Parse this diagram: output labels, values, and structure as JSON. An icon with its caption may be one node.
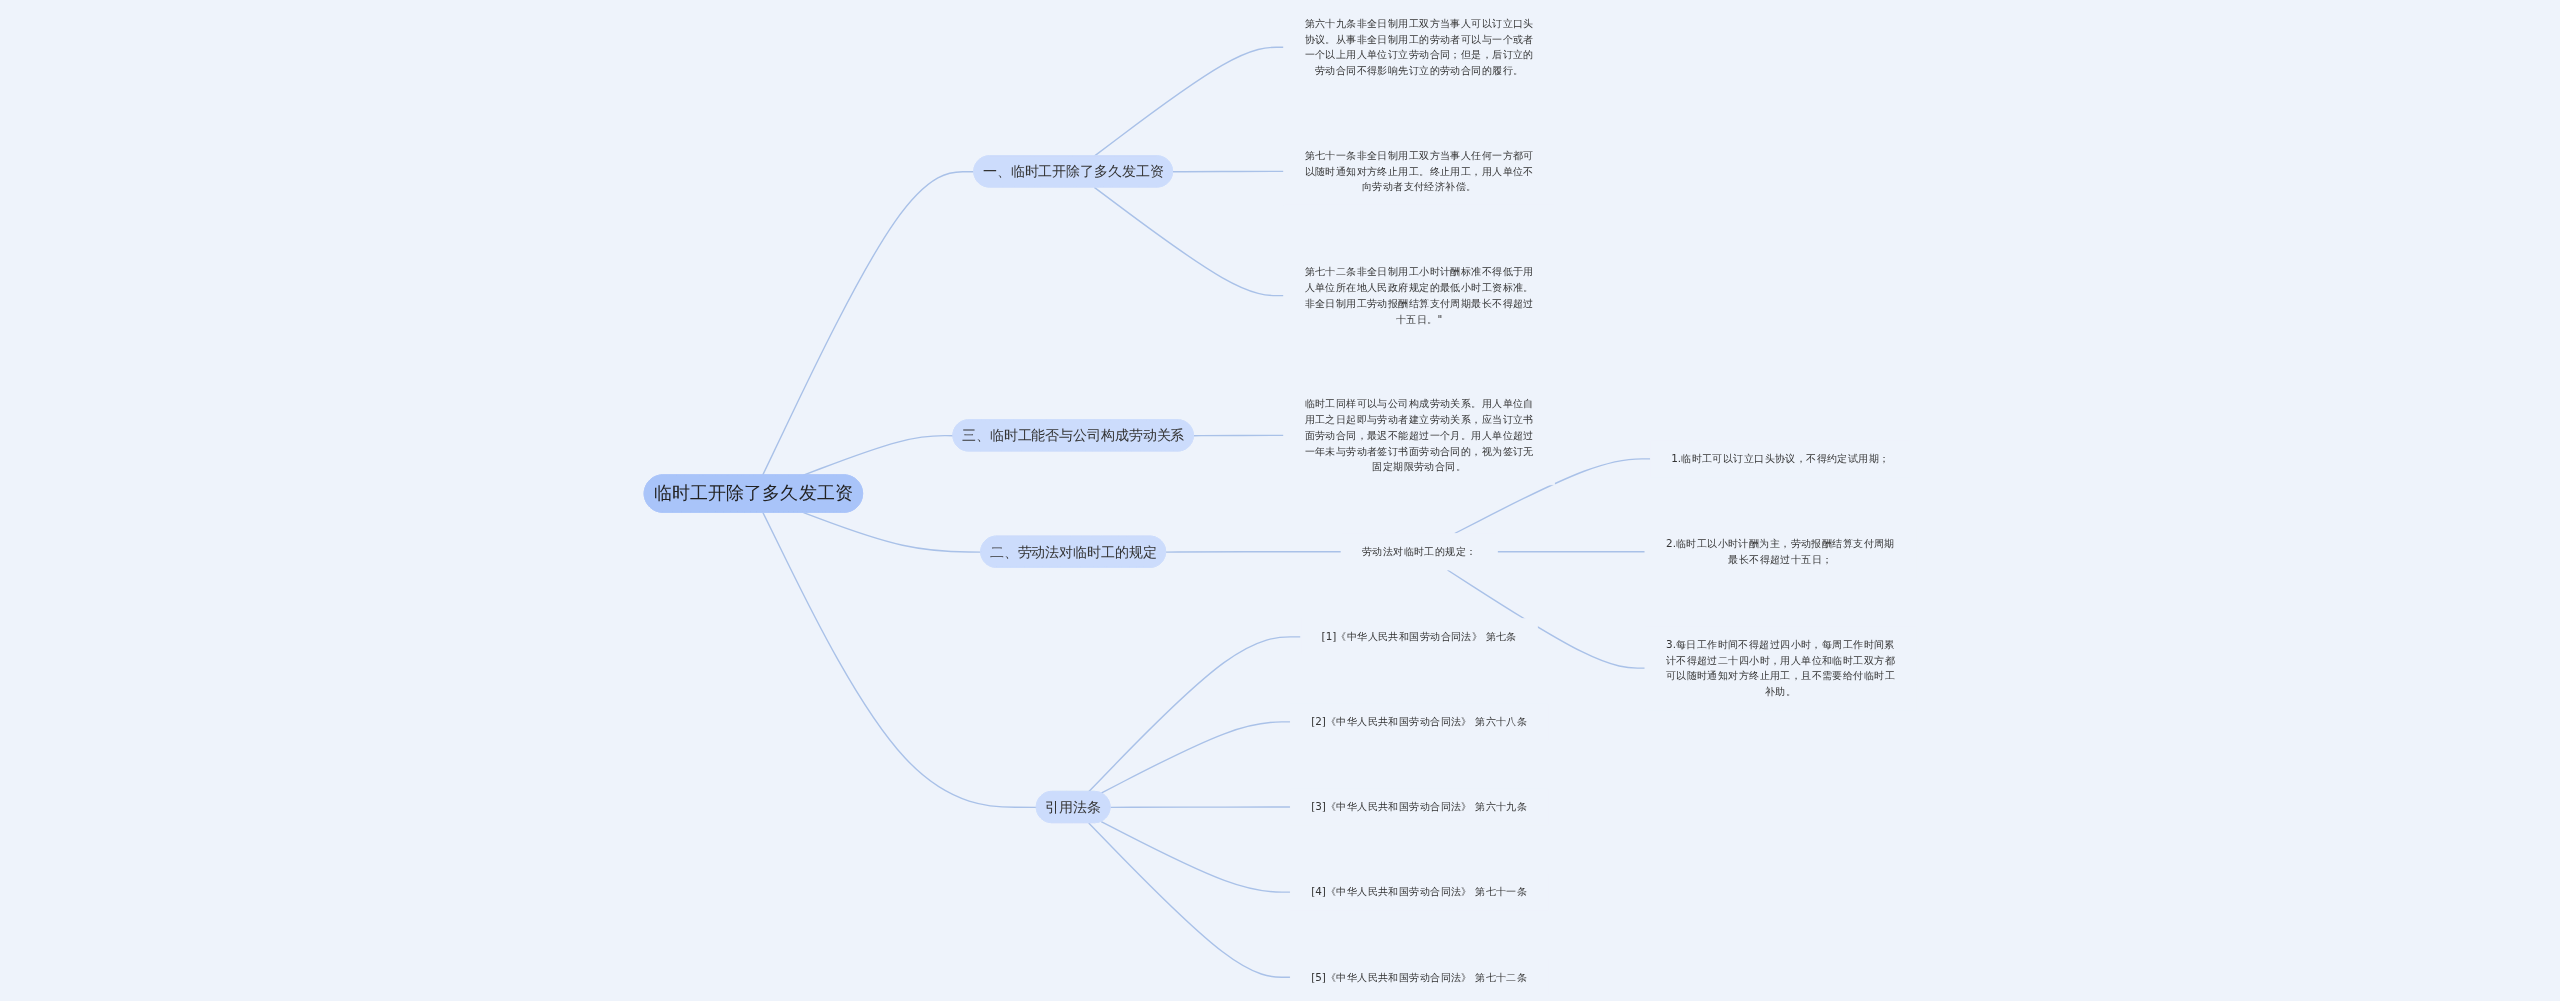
{
  "diagram": {
    "nodes": [
      {
        "text": [
          "临时工开除了多久发工资"
        ]
      },
      {
        "text": [
          "一、临时工开除了多久发工资"
        ]
      },
      {
        "text": [
          "第六十九条非全日制用工双方当事人可以订立口头协议。从事非全日制用工的劳动者可以与一个或者一个以上用人单位订立劳动合同；但是，后订立的劳动合同不得影响先订立的劳动合同的履行。"
        ]
      },
      {
        "text": [
          "第七十一条非全日制用工双方当事人任何一方都可以随时通知对方终止用工。终止用工，用人单位不向劳动者支付经济补偿。"
        ]
      },
      {
        "text": [
          "第七十二条非全日制用工小时计酬标准不得低于用人单位所在地人民政府规定的最低小时工资标准。非全日制用工劳动报酬结算支付周期最长不得超过十五日。\""
        ]
      },
      {
        "text": [
          "三、临时工能否与公司构成劳动关系"
        ]
      },
      {
        "text": [
          "临时工同样可以与公司构成劳动关系。用人单位自用工之日起即与劳动者建立劳动关系，应当订立书面劳动合同，最迟不能超过一个月。用人单位超过一年未与劳动者签订书面劳动合同的，视为签订无固定期限劳动合同。"
        ]
      },
      {
        "text": [
          "二、劳动法对临时工的规定"
        ]
      },
      {
        "text": [
          "劳动法对临时工的规定："
        ]
      },
      {
        "text": [
          "1.临时工可以订立口头协议，不得约定试用期；"
        ]
      },
      {
        "text": [
          "2.临时工以小时计酬为主，劳动报酬结算支付周期最长不得超过十五日；"
        ]
      },
      {
        "text": [
          "3.每日工作时间不得超过四小时，每周工作时间累计不得超过二十四小时，用人单位和临时工双方都可以随时通知对方终止用工，且不需要给付临时工补助。"
        ]
      },
      {
        "text": [
          "引用法条"
        ]
      },
      {
        "text": [
          "[1]《中华人民共和国劳动合同法》 第七条"
        ]
      },
      {
        "text": [
          "[2]《中华人民共和国劳动合同法》 第六十八条"
        ]
      },
      {
        "text": [
          "[3]《中华人民共和国劳动合同法》 第六十九条"
        ]
      },
      {
        "text": [
          "[4]《中华人民共和国劳动合同法》 第七十一条"
        ]
      },
      {
        "text": [
          "[5]《中华人民共和国劳动合同法》 第七十二条"
        ]
      }
    ],
    "edges": [
      {
        "from": 0,
        "to": 1,
        "arrow": "none"
      },
      {
        "from": 1,
        "to": 2,
        "arrow": "none"
      },
      {
        "from": 1,
        "to": 3,
        "arrow": "none"
      },
      {
        "from": 1,
        "to": 4,
        "arrow": "none"
      },
      {
        "from": 0,
        "to": 5,
        "arrow": "none"
      },
      {
        "from": 5,
        "to": 6,
        "arrow": "none"
      },
      {
        "from": 0,
        "to": 7,
        "arrow": "none"
      },
      {
        "from": 7,
        "to": 8,
        "arrow": "none"
      },
      {
        "from": 8,
        "to": 9,
        "arrow": "none"
      },
      {
        "from": 8,
        "to": 10,
        "arrow": "none"
      },
      {
        "from": 8,
        "to": 11,
        "arrow": "none"
      },
      {
        "from": 0,
        "to": 12,
        "arrow": "none"
      },
      {
        "from": 12,
        "to": 13,
        "arrow": "none"
      },
      {
        "from": 12,
        "to": 14,
        "arrow": "none"
      },
      {
        "from": 12,
        "to": 15,
        "arrow": "none"
      },
      {
        "from": 12,
        "to": 16,
        "arrow": "none"
      },
      {
        "from": 12,
        "to": 17,
        "arrow": "none"
      }
    ]
  }
}
